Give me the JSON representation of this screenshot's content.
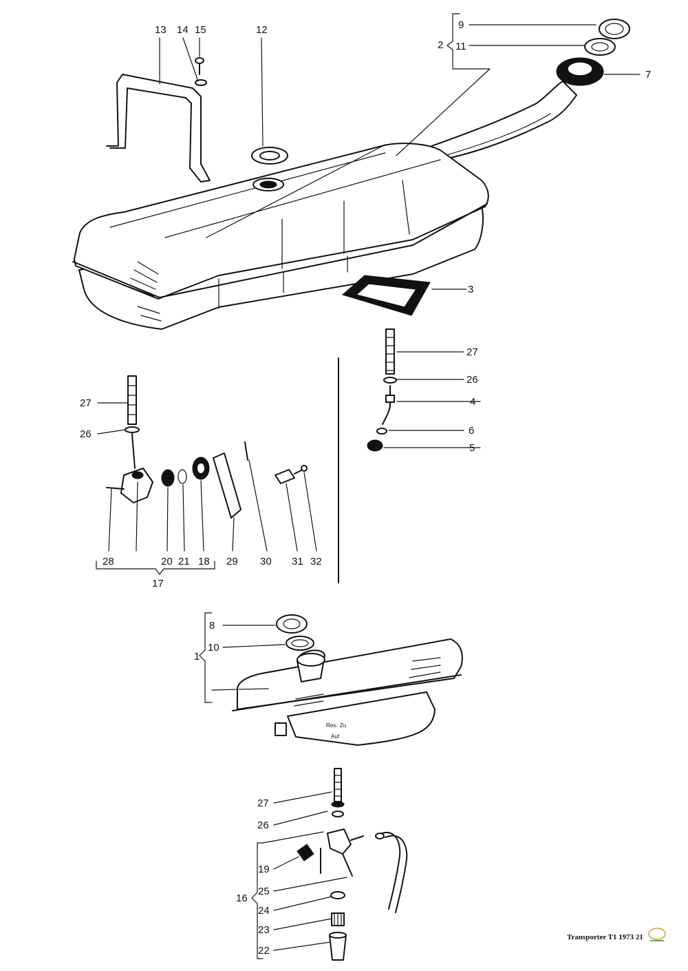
{
  "callouts": {
    "c1": "1",
    "c2": "2",
    "c3": "3",
    "c4": "4",
    "c5": "5",
    "c6": "6",
    "c7": "7",
    "c8": "8",
    "c9": "9",
    "c10": "10",
    "c11": "11",
    "c12": "12",
    "c13": "13",
    "c14": "14",
    "c15": "15",
    "c16": "16",
    "c17": "17",
    "c18": "18",
    "c19": "19",
    "c20": "20",
    "c21": "21",
    "c22": "22",
    "c23": "23",
    "c24": "24",
    "c25": "25",
    "c26a": "26",
    "c26b": "26",
    "c26c": "26",
    "c27a": "27",
    "c27b": "27",
    "c27c": "27",
    "c28": "28",
    "c29": "29",
    "c30": "30",
    "c31": "31",
    "c32": "32"
  },
  "tap_markings": {
    "res": "Res.",
    "zu": "Zu",
    "auf": "Auf"
  },
  "footer": {
    "caption": "Transporter T1 1973 21"
  }
}
